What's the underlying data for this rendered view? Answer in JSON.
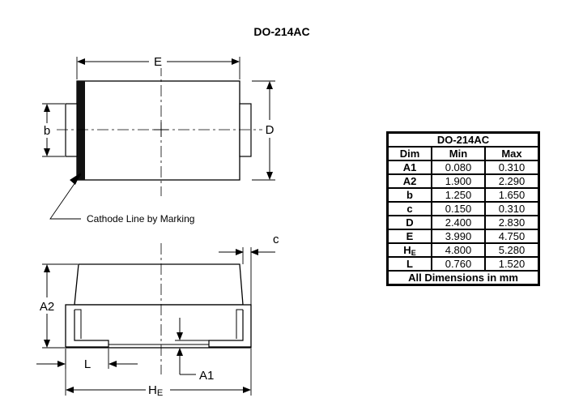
{
  "diagram": {
    "title": "DO-214AC",
    "labels": {
      "E": "E",
      "D": "D",
      "b": "b",
      "c": "c",
      "A2": "A2",
      "L": "L",
      "A1": "A1",
      "HE_main": "H",
      "HE_sub": "E",
      "cathode_note": "Cathode Line by Marking"
    }
  },
  "table": {
    "title": "DO-214AC",
    "headers": [
      "Dim",
      "Min",
      "Max"
    ],
    "rows": [
      {
        "dim": "A1",
        "dim_sub": "",
        "min": "0.080",
        "max": "0.310"
      },
      {
        "dim": "A2",
        "dim_sub": "",
        "min": "1.900",
        "max": "2.290"
      },
      {
        "dim": "b",
        "dim_sub": "",
        "min": "1.250",
        "max": "1.650"
      },
      {
        "dim": "c",
        "dim_sub": "",
        "min": "0.150",
        "max": "0.310"
      },
      {
        "dim": "D",
        "dim_sub": "",
        "min": "2.400",
        "max": "2.830"
      },
      {
        "dim": "E",
        "dim_sub": "",
        "min": "3.990",
        "max": "4.750"
      },
      {
        "dim": "H",
        "dim_sub": "E",
        "min": "4.800",
        "max": "5.280"
      },
      {
        "dim": "L",
        "dim_sub": "",
        "min": "0.760",
        "max": "1.520"
      }
    ],
    "footer": "All Dimensions in mm"
  }
}
